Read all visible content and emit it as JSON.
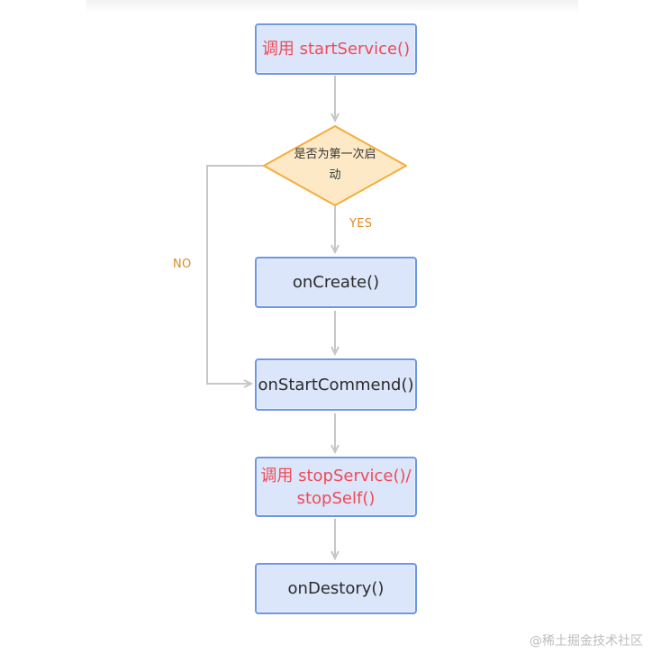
{
  "nodes": {
    "start_service": "调用 startService()",
    "decision": "是否为第一次启动",
    "on_create": "onCreate()",
    "on_start_commend": "onStartCommend()",
    "stop_service_line1": "调用 stopService()/",
    "stop_service_line2": "stopSelf()",
    "on_destory": "onDestory()"
  },
  "edges": {
    "yes_label": "YES",
    "no_label": "NO"
  },
  "watermark": "@稀土掘金技术社区",
  "colors": {
    "node_fill": "#dbe6fb",
    "node_border": "#6e97e6",
    "decision_fill": "#fde9c6",
    "decision_border": "#f4ad3c",
    "connector": "#c7c7c7",
    "highlight_text": "#ef4a56",
    "edge_label": "#de8a26"
  }
}
